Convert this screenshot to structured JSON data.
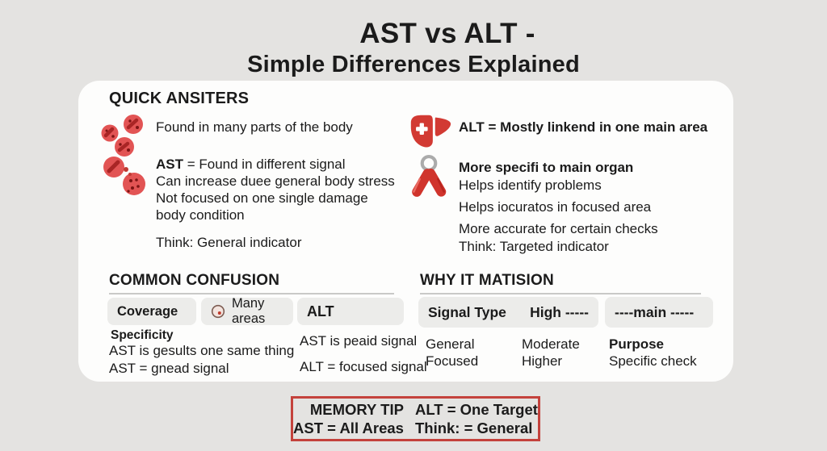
{
  "title": {
    "line1": "AST vs ALT -",
    "line2": "Simple Differences Explained"
  },
  "quick": {
    "heading": "QUICK ANSITERS",
    "left": {
      "row1": "Found in many parts of the body",
      "row2_bold": "AST",
      "row2_rest": " = Found in different signal",
      "row2_line2": "Can increase duee general body stress",
      "row2_line3": "Not focused on one single damage",
      "row2_line4": "body condition",
      "think": "Think: General indicator"
    },
    "right": {
      "row1": "ALT = Mostly linkend in one main area",
      "row2_title": "More specifi to main organ",
      "row2_line2": "Helps identify problems",
      "row2_line3": "Helps iocuratos in focused area",
      "row2_line4": "More accurate for certain checks",
      "think": "Think: Targeted indicator"
    }
  },
  "confusion": {
    "heading": "COMMON CONFUSION",
    "chip_coverage": "Coverage",
    "chip_many_areas": "Many areas",
    "chip_alt": "ALT",
    "specificity_label": "Specificity",
    "left_line1": "AST is gesults one same thing",
    "left_line2": "AST = gnead signal",
    "right_line1": "AST is peaid signal",
    "right_line2": "ALT = focused signal"
  },
  "why": {
    "heading": "WHY IT MATISION",
    "chip1_label1": "Signal Type",
    "chip1_label2": "High -----",
    "chip2_label": "----main -----",
    "col1_line1": "General",
    "col1_line2": "Focused",
    "col2_line1": "Moderate",
    "col2_line2": "Higher",
    "col3_title": "Purpose",
    "col3_line": "Specific check"
  },
  "memory_tip": {
    "label": "MEMORY TIP",
    "row1_right": "ALT = One Target",
    "row2_left": "AST = All Areas",
    "row2_right": "Think: = General"
  },
  "colors": {
    "background": "#e4e3e1",
    "card": "#fdfdfc",
    "chip": "#ececea",
    "accent_red": "#d23c35",
    "dark_red": "#8f1b1b",
    "memory_border": "#c4423c",
    "gripper_grey": "#ababab",
    "text": "#1b1b1b"
  }
}
